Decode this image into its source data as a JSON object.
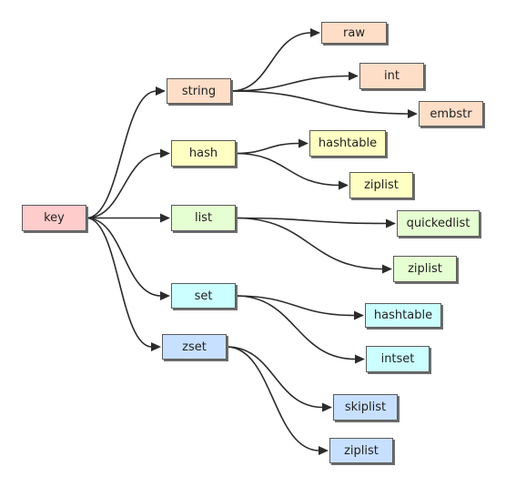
{
  "colors": {
    "key": "#ffcccc",
    "string": "#ffdec8",
    "hash": "#ffffc4",
    "list": "#e6ffd2",
    "set": "#ccffff",
    "zset": "#c8e0ff"
  },
  "nodes": {
    "key": {
      "label": "key",
      "color_group": "key"
    },
    "string": {
      "label": "string",
      "color_group": "string"
    },
    "hash": {
      "label": "hash",
      "color_group": "hash"
    },
    "list": {
      "label": "list",
      "color_group": "list"
    },
    "set": {
      "label": "set",
      "color_group": "set"
    },
    "zset": {
      "label": "zset",
      "color_group": "zset"
    },
    "raw": {
      "label": "raw",
      "color_group": "string"
    },
    "int": {
      "label": "int",
      "color_group": "string"
    },
    "embstr": {
      "label": "embstr",
      "color_group": "string"
    },
    "hashtable1": {
      "label": "hashtable",
      "color_group": "hash"
    },
    "ziplist1": {
      "label": "ziplist",
      "color_group": "hash"
    },
    "quicklist": {
      "label": "quickedlist",
      "color_group": "list"
    },
    "ziplist2": {
      "label": "ziplist",
      "color_group": "list"
    },
    "hashtable2": {
      "label": "hashtable",
      "color_group": "set"
    },
    "intset": {
      "label": "intset",
      "color_group": "set"
    },
    "skiplist": {
      "label": "skiplist",
      "color_group": "zset"
    },
    "ziplist3": {
      "label": "ziplist",
      "color_group": "zset"
    }
  },
  "edges": [
    [
      "key",
      "string"
    ],
    [
      "key",
      "hash"
    ],
    [
      "key",
      "list"
    ],
    [
      "key",
      "set"
    ],
    [
      "key",
      "zset"
    ],
    [
      "string",
      "raw"
    ],
    [
      "string",
      "int"
    ],
    [
      "string",
      "embstr"
    ],
    [
      "hash",
      "hashtable1"
    ],
    [
      "hash",
      "ziplist1"
    ],
    [
      "list",
      "quicklist"
    ],
    [
      "list",
      "ziplist2"
    ],
    [
      "set",
      "hashtable2"
    ],
    [
      "set",
      "intset"
    ],
    [
      "zset",
      "skiplist"
    ],
    [
      "zset",
      "ziplist3"
    ]
  ]
}
